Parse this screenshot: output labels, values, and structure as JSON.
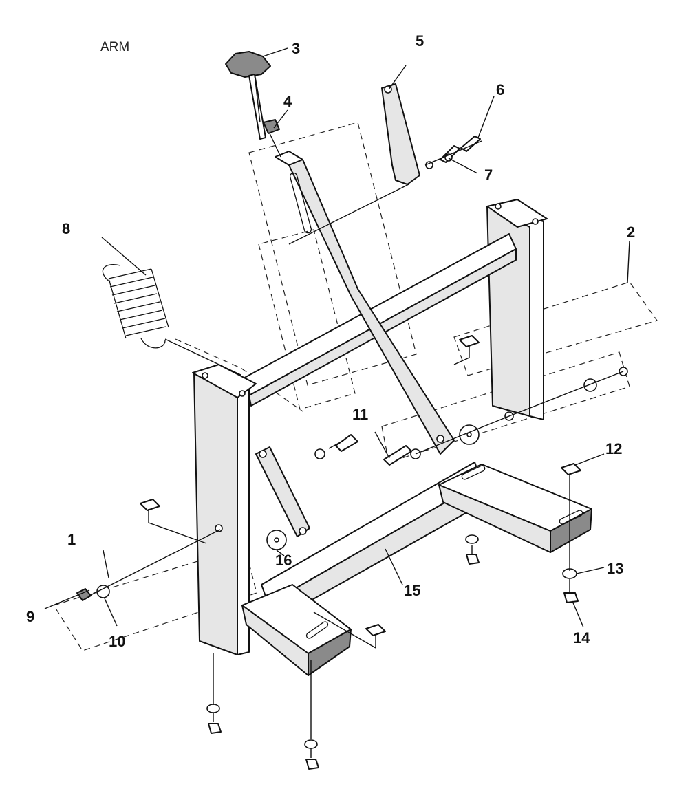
{
  "diagram": {
    "title": "ARM",
    "callouts": [
      {
        "number": "1"
      },
      {
        "number": "2"
      },
      {
        "number": "3"
      },
      {
        "number": "4"
      },
      {
        "number": "5"
      },
      {
        "number": "6"
      },
      {
        "number": "7"
      },
      {
        "number": "8"
      },
      {
        "number": "9"
      },
      {
        "number": "10"
      },
      {
        "number": "11"
      },
      {
        "number": "12"
      },
      {
        "number": "13"
      },
      {
        "number": "14"
      },
      {
        "number": "15"
      },
      {
        "number": "16"
      }
    ]
  }
}
